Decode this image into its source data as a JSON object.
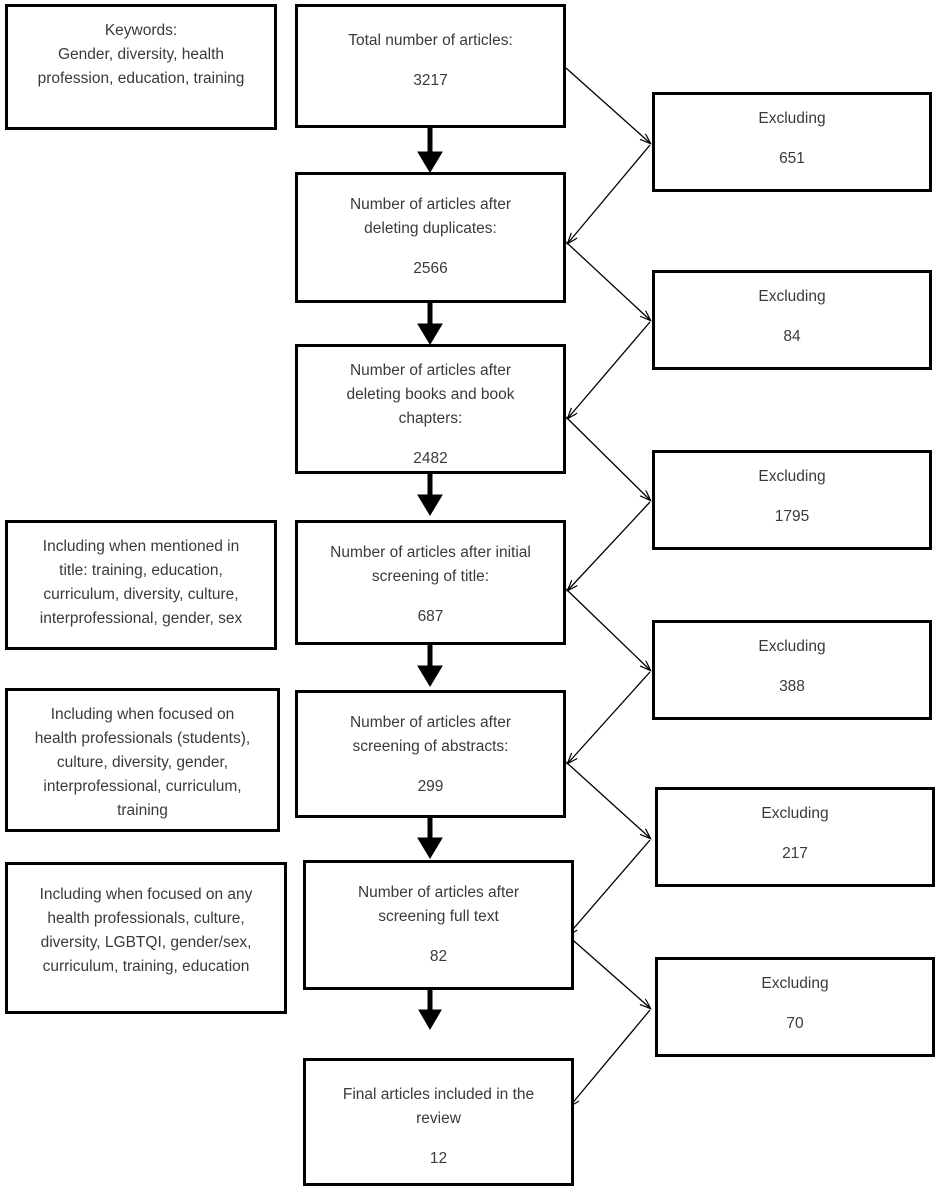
{
  "diagram": {
    "title": "Article selection flow diagram",
    "colors": {
      "stroke": "#000000",
      "background": "#ffffff",
      "text": "#3a3a3a"
    }
  },
  "criteria_boxes": [
    {
      "id": "keywords",
      "label": "Keywords:\nGender, diversity, health\nprofession, education, training",
      "value": ""
    },
    {
      "id": "including-title",
      "label": "Including when mentioned in\ntitle:  training, education,\ncurriculum, diversity, culture,\ninterprofessional, gender, sex",
      "value": ""
    },
    {
      "id": "including-abstract",
      "label": "Including when focused on\nhealth professionals (students),\nculture, diversity, gender,\ninterprofessional, curriculum,\ntraining",
      "value": ""
    },
    {
      "id": "including-fulltext",
      "label": "Including when focused on any\nhealth professionals, culture,\ndiversity, LGBTQI, gender/sex,\ncurriculum, training, education",
      "value": ""
    }
  ],
  "flow_boxes": [
    {
      "id": "total",
      "label": "Total number of articles:",
      "value": "3217"
    },
    {
      "id": "after-duplicates",
      "label": "Number of articles after\ndeleting duplicates:",
      "value": "2566"
    },
    {
      "id": "after-books",
      "label": "Number of articles after\ndeleting books and book\nchapters:",
      "value": "2482"
    },
    {
      "id": "after-title-screening",
      "label": "Number of articles after initial\nscreening of title:",
      "value": "687"
    },
    {
      "id": "after-abstract-screening",
      "label": "Number of articles after\nscreening of abstracts:",
      "value": "299"
    },
    {
      "id": "after-fulltext-screening",
      "label": "Number of articles after\nscreening full text",
      "value": "82"
    },
    {
      "id": "final-included",
      "label": "Final articles included in the\nreview",
      "value": "12"
    }
  ],
  "exclusion_boxes": [
    {
      "id": "excluding-1",
      "label": "Excluding",
      "value": "651"
    },
    {
      "id": "excluding-2",
      "label": "Excluding",
      "value": "84"
    },
    {
      "id": "excluding-3",
      "label": "Excluding",
      "value": "1795"
    },
    {
      "id": "excluding-4",
      "label": "Excluding",
      "value": "388"
    },
    {
      "id": "excluding-5",
      "label": "Excluding",
      "value": "217"
    },
    {
      "id": "excluding-6",
      "label": "Excluding",
      "value": "70"
    }
  ],
  "chart_data": {
    "type": "diagram",
    "title": "PRISMA-style article screening flow",
    "stages": [
      {
        "stage": "Total number of articles",
        "count": 3217,
        "excluded": 651
      },
      {
        "stage": "Number of articles after deleting duplicates",
        "count": 2566,
        "excluded": 84
      },
      {
        "stage": "Number of articles after deleting books and book chapters",
        "count": 2482,
        "excluded": 1795
      },
      {
        "stage": "Number of articles after initial screening of title",
        "count": 687,
        "excluded": 388
      },
      {
        "stage": "Number of articles after screening of abstracts",
        "count": 299,
        "excluded": 217
      },
      {
        "stage": "Number of articles after screening full text",
        "count": 82,
        "excluded": 70
      },
      {
        "stage": "Final articles included in the review",
        "count": 12,
        "excluded": null
      }
    ]
  }
}
